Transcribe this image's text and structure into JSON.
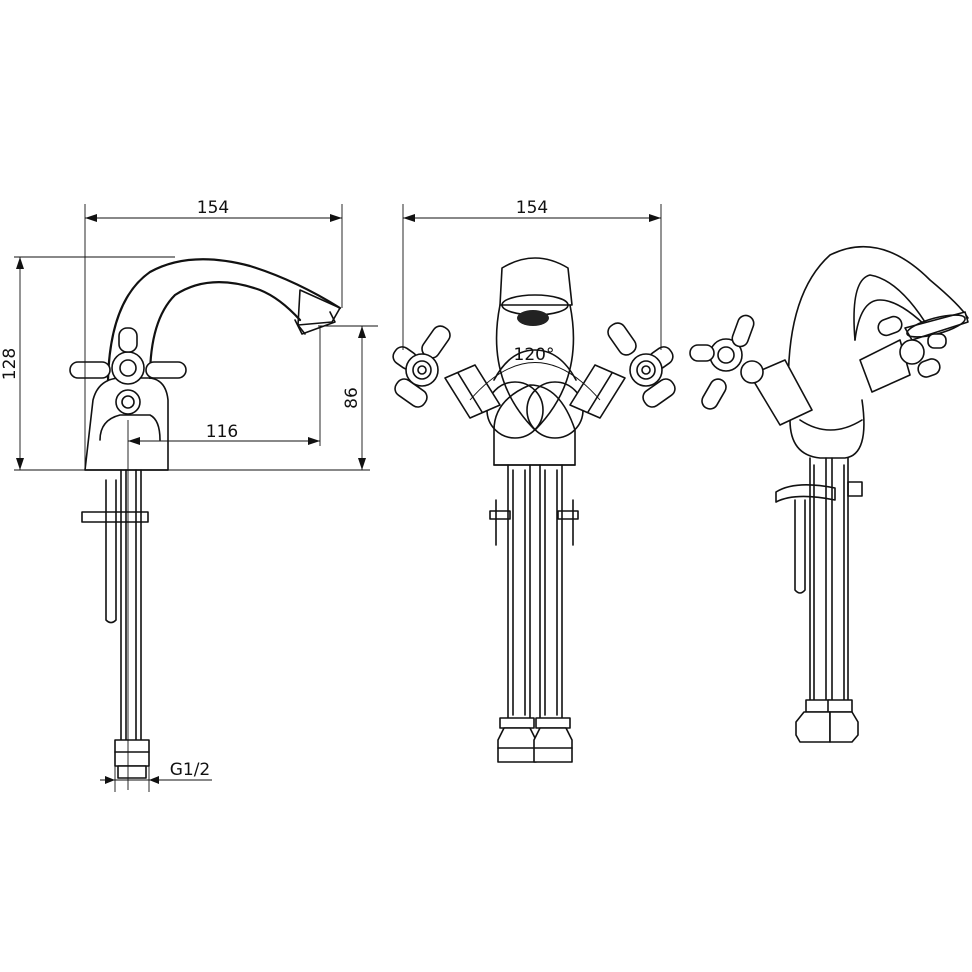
{
  "dimensions": {
    "side_width": "154",
    "side_height": "128",
    "spout_height": "86",
    "spout_reach": "116",
    "thread": "G1/2",
    "front_width": "154",
    "handle_angle": "120°"
  },
  "colors": {
    "line": "#111111",
    "background": "#ffffff"
  }
}
